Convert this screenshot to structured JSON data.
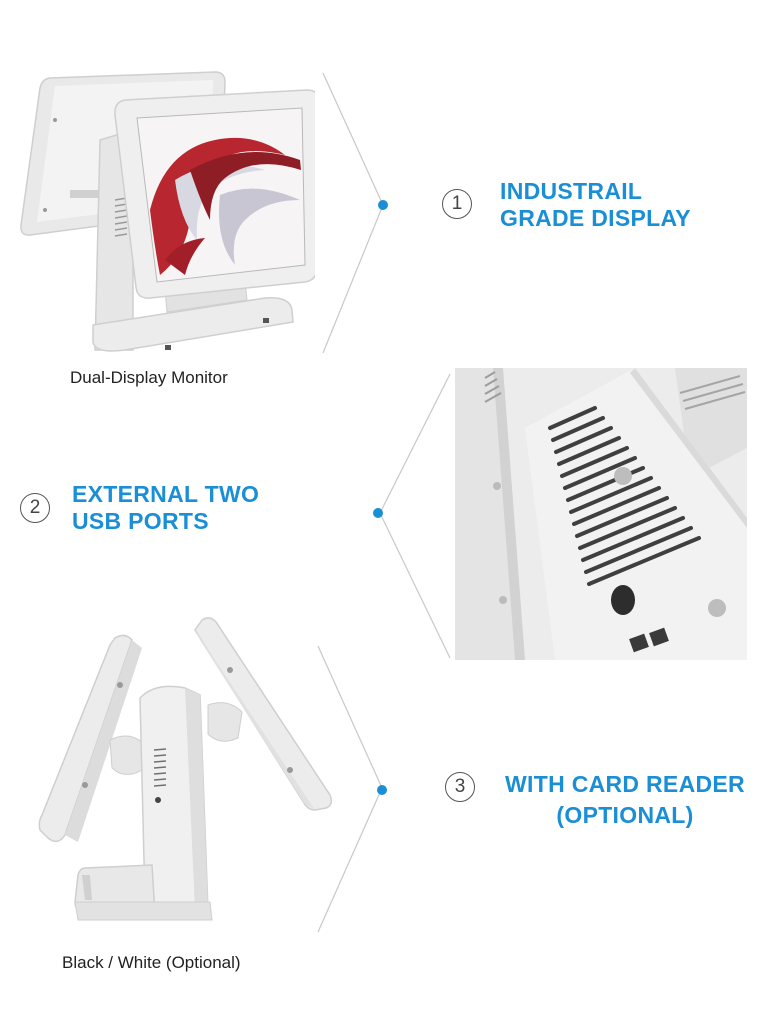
{
  "features": [
    {
      "number": "1",
      "lines": [
        "INDUSTRAIL",
        "GRADE DISPLAY"
      ]
    },
    {
      "number": "2",
      "lines": [
        "EXTERNAL TWO",
        "USB PORTS"
      ]
    },
    {
      "number": "3",
      "lines": [
        "WITH CARD READER",
        "(OPTIONAL)"
      ]
    }
  ],
  "captions": {
    "top": "Dual-Display Monitor",
    "bottom": "Black / White (Optional)"
  },
  "colors": {
    "accent": "#1a8fd6",
    "device_body": "#eeeeee",
    "connector_line": "#c8c8c8"
  }
}
